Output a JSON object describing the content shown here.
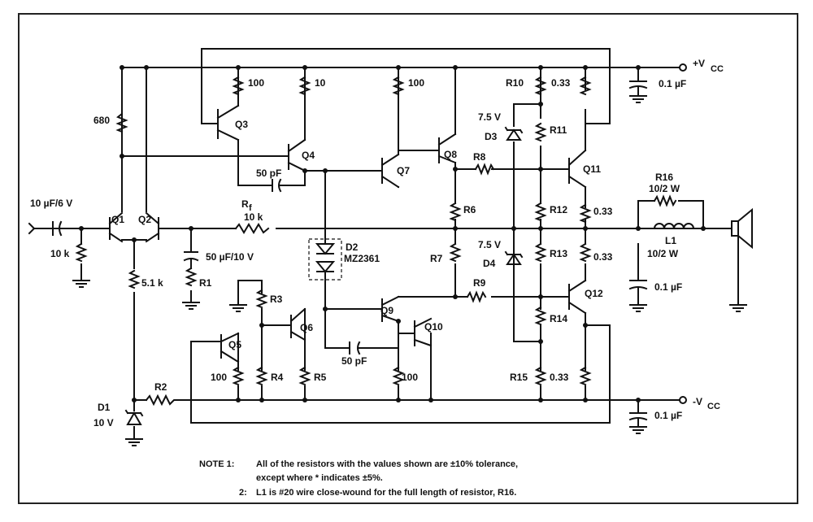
{
  "labels": {
    "vcc_pos": "+V",
    "vcc_sub": "CC",
    "vcc_neg": "-V",
    "cap_vcc_pos": "0.1 µF",
    "cap_vcc_neg": "0.1 µF",
    "cap_out": "0.1 µF",
    "r680": "680",
    "r100_a": "100",
    "r10": "10",
    "r100_b": "100",
    "r10_label": "R10",
    "r033_a": "0.33",
    "d3_v": "7.5 V",
    "d3": "D3",
    "r11": "R11",
    "q3": "Q3",
    "q4": "Q4",
    "q7": "Q7",
    "q8": "Q8",
    "r8": "R8",
    "q11": "Q11",
    "r16": "R16",
    "r16_val": "10/2 W",
    "c50pf_a": "50 pF",
    "cin": "10 µF/6 V",
    "q1": "Q1",
    "q2": "Q2",
    "rf": "R",
    "rf_sub": "f",
    "rf_val": "10 k",
    "r6": "R6",
    "r12": "R12",
    "r033_b": "0.33",
    "l1": "L1",
    "l1_val": "10/2 W",
    "r10k": "10 k",
    "c50uf": "50 µF/10 V",
    "r1": "R1",
    "d2": "D2",
    "d2_part": "MZ2361",
    "r7": "R7",
    "d4_v": "7.5 V",
    "d4": "D4",
    "r13": "R13",
    "r033_c": "0.33",
    "r51k": "5.1 k",
    "r3": "R3",
    "r9": "R9",
    "q12": "Q12",
    "q9": "Q9",
    "q6": "Q6",
    "q5": "Q5",
    "q10": "Q10",
    "r14": "R14",
    "c50pf_b": "50 pF",
    "r100_c": "100",
    "r4": "R4",
    "r5": "R5",
    "r100_d": "100",
    "r15": "R15",
    "r033_d": "0.33",
    "r2": "R2",
    "d1": "D1",
    "d1_v": "10 V"
  },
  "notes": {
    "n1_head": "NOTE 1:",
    "n1_line1": "All of the resistors with the values shown are ±10% tolerance,",
    "n1_line2": "except where * indicates ±5%.",
    "n2_head": "2:",
    "n2_line": "L1 is #20 wire close-wound for the full length of resistor, R16."
  }
}
